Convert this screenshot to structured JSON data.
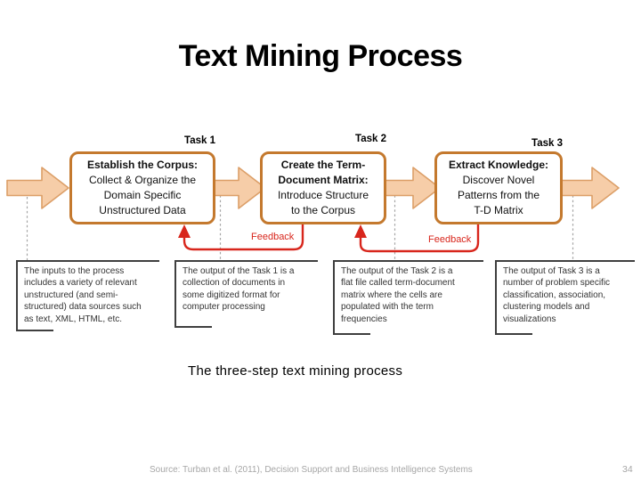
{
  "slide": {
    "title": "Text Mining Process",
    "caption": "The three-step text mining process",
    "footer": {
      "source": "Source: Turban et al. (2011), Decision Support and Business Intelligence Systems",
      "page": "34"
    }
  },
  "diagram": {
    "tasks": [
      {
        "label": "Task 1",
        "title": "Establish the Corpus:",
        "body": "Collect & Organize the\nDomain Specific\nUnstructured Data"
      },
      {
        "label": "Task 2",
        "title": "Create the Term-\nDocument Matrix:",
        "body": "Introduce Structure\nto the Corpus"
      },
      {
        "label": "Task 3",
        "title": "Extract Knowledge:",
        "body": "Discover Novel\nPatterns from the\nT-D Matrix"
      }
    ],
    "feedback_labels": [
      "Feedback",
      "Feedback"
    ],
    "callouts": [
      "The inputs to the process\nincludes a variety of relevant\nunstructured (and semi-\nstructured) data sources such\nas text, XML, HTML, etc.",
      "The output of the Task 1 is a\ncollection of documents in\nsome digitized format for\ncomputer processing",
      "The output of the Task 2 is a\nflat file called term-document\nmatrix where the cells are\npopulated with the term\nfrequencies",
      "The output of Task 3 is a\nnumber of problem specific\nclassification, association,\nclustering models and\nvisualizations"
    ],
    "colors": {
      "box_border": "#C4792E",
      "arrow_fill": "#F6CDA8",
      "arrow_stroke": "#DC9F68",
      "feedback_red": "#D8261C",
      "dotted_line": "#A5A5A5",
      "callout_border": "#3F3F3F",
      "footer_gray": "#A6A6A6"
    }
  }
}
